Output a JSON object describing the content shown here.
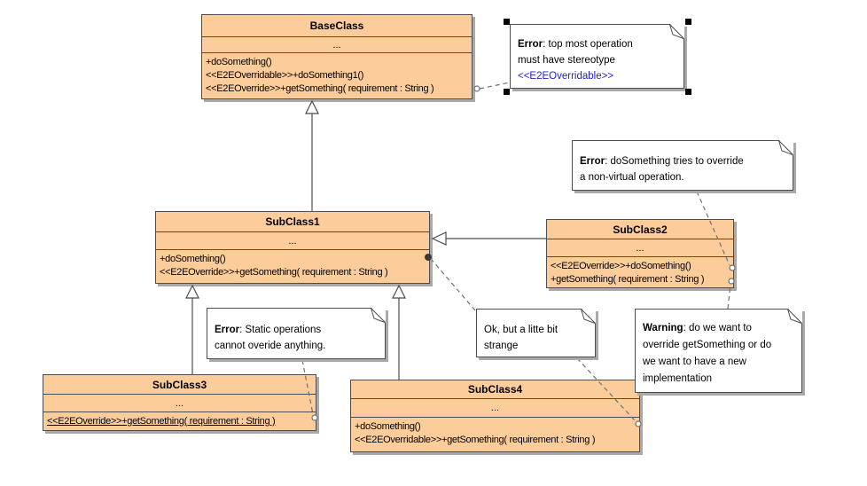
{
  "colors": {
    "class_fill": "#FDCC9B",
    "class_border": "#4D4D4D",
    "line": "#4D4D4D",
    "dash": "#6F6F6F",
    "shadow": "#A9A9A9",
    "note_fill": "#FFFFFF",
    "link_blue": "#2323CB",
    "handle": "#000000"
  },
  "classes": [
    {
      "name": "BaseClass",
      "ellipsis": "...",
      "operations": [
        "+doSomething()",
        "<<E2EOverridable>>+doSomething1()",
        "<<E2EOverride>>+getSomething( requirement : String )"
      ]
    },
    {
      "name": "SubClass1",
      "ellipsis": "...",
      "operations": [
        "+doSomething()",
        "<<E2EOverride>>+getSomething( requirement : String )"
      ]
    },
    {
      "name": "SubClass2",
      "ellipsis": "...",
      "operations": [
        "<<E2EOverride>>+doSomething()",
        "+getSomething( requirement : String )"
      ]
    },
    {
      "name": "SubClass3",
      "ellipsis": "...",
      "operations": [
        "<<E2EOverride>>+getSomething( requirement : String )"
      ]
    },
    {
      "name": "SubClass4",
      "ellipsis": "...",
      "operations": [
        "+doSomething()",
        "<<E2EOverridable>>+getSomething( requirement : String )"
      ]
    }
  ],
  "notes": [
    {
      "bold": "Error",
      "rest": ": top most operation",
      "line2": "must have stereotype",
      "link": "<<E2EOverridable>>"
    },
    {
      "bold": "Error",
      "rest": ": doSomething tries to override",
      "line2": "a non-virtual operation."
    },
    {
      "bold": "Error",
      "rest": ": Static operations",
      "line2": "cannot overide anything."
    },
    {
      "bold": "",
      "rest": "Ok, but a litte bit",
      "line2": "strange"
    },
    {
      "bold": "Warning",
      "rest": ": do we want to",
      "line2": "override getSomething or do",
      "line3": "we want to have a new",
      "line4": "implementation"
    }
  ]
}
